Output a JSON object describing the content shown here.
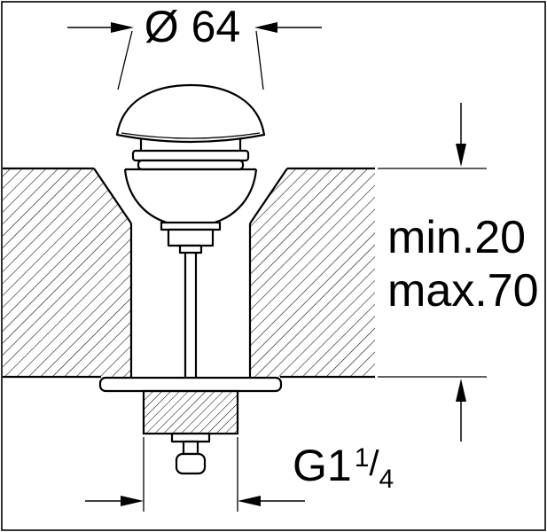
{
  "diagram": {
    "colors": {
      "line": "#000000",
      "background": "#ffffff",
      "hatch": "#000000"
    },
    "labels": {
      "diameter": "Ø 64",
      "depth_min": "min.20",
      "depth_max": "max.70",
      "thread_prefix": "G1",
      "thread_numerator": "1",
      "thread_slash": "/",
      "thread_denominator": "4"
    }
  }
}
